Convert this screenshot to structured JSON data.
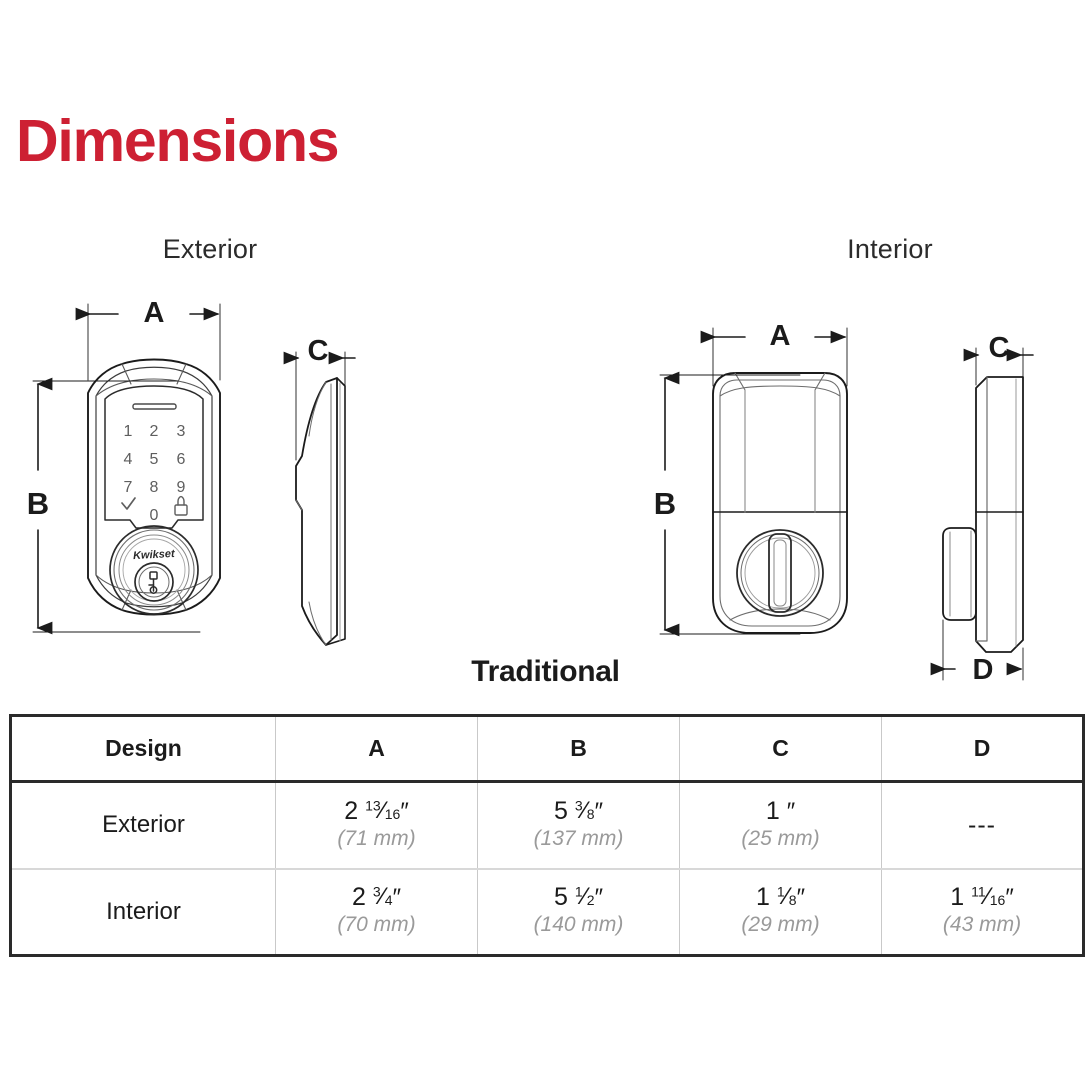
{
  "page": {
    "title": "Dimensions",
    "title_color": "#cd2033",
    "caption": "Traditional"
  },
  "diagrams": {
    "exterior": {
      "label": "Exterior",
      "front_view": {
        "name": "exterior-lock-front",
        "dimension_labels": [
          "A",
          "B"
        ],
        "keypad": {
          "keys": [
            "1",
            "2",
            "3",
            "4",
            "5",
            "6",
            "7",
            "8",
            "9",
            "✓",
            "0",
            "⌂"
          ],
          "lock_key_icon": "padlock-icon",
          "check_key_icon": "checkmark-icon"
        },
        "brand": "Kwikset",
        "cylinder_icon": "keyhole-icon"
      },
      "side_view": {
        "name": "exterior-lock-side",
        "dimension_labels": [
          "C"
        ]
      }
    },
    "interior": {
      "label": "Interior",
      "front_view": {
        "name": "interior-lock-front",
        "dimension_labels": [
          "A",
          "B"
        ],
        "thumbturn_icon": "thumbturn-icon"
      },
      "side_view": {
        "name": "interior-lock-side",
        "dimension_labels": [
          "C",
          "D"
        ]
      }
    }
  },
  "table": {
    "headers": [
      "Design",
      "A",
      "B",
      "C",
      "D"
    ],
    "rows": [
      {
        "design": "Exterior",
        "cells": [
          {
            "whole": "2",
            "num": "13",
            "den": "16",
            "unit": "″",
            "mm": "(71 mm)"
          },
          {
            "whole": "5",
            "num": "3",
            "den": "8",
            "unit": "″",
            "mm": "(137 mm)"
          },
          {
            "whole": "1",
            "num": "",
            "den": "",
            "unit": "″",
            "mm": "(25 mm)"
          },
          {
            "whole": "---",
            "num": "",
            "den": "",
            "unit": "",
            "mm": ""
          }
        ]
      },
      {
        "design": "Interior",
        "cells": [
          {
            "whole": "2",
            "num": "3",
            "den": "4",
            "unit": "″",
            "mm": "(70 mm)"
          },
          {
            "whole": "5",
            "num": "1",
            "den": "2",
            "unit": "″",
            "mm": "(140 mm)"
          },
          {
            "whole": "1",
            "num": "1",
            "den": "8",
            "unit": "″",
            "mm": "(29 mm)"
          },
          {
            "whole": "1",
            "num": "11",
            "den": "16",
            "unit": "″",
            "mm": "(43 mm)"
          }
        ]
      }
    ]
  }
}
